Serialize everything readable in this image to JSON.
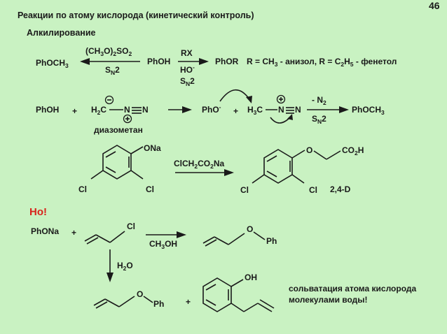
{
  "page_number": "46",
  "title": "Реакции по атому кислорода (кинетический контроль)",
  "subtitle": "Алкилирование",
  "row1": {
    "left_product": "PhOCH3",
    "left_reagent": "(CH3O)2SO2",
    "left_mech": "SN2",
    "center": "PhOH",
    "right_reagent_top": "RX",
    "right_reagent_bot": "HO-",
    "right_mech": "SN2",
    "right_product": "PhOR",
    "note": "R = CH3 - анизол, R = C2H5 - фенетол"
  },
  "row2": {
    "phoh": "PhOH",
    "plus1": "+",
    "diazo_h2c": "H2C",
    "diazo_n1": "N",
    "diazo_n2": "N",
    "diazo_name": "диазометан",
    "pho_anion": "PhO-",
    "plus2": "+",
    "h3c": "H3C",
    "n1": "N",
    "n2": "N",
    "loss": "- N2",
    "mech": "SN2",
    "product": "PhOCH3"
  },
  "row3": {
    "ona": "ONa",
    "cl_para": "Cl",
    "cl_ortho": "Cl",
    "reagent": "ClCH2CO2Na",
    "o": "O",
    "co2h": "CO2H",
    "cl_para_p": "Cl",
    "cl_ortho_p": "Cl",
    "product_name": "2,4-D"
  },
  "row4": {
    "warning": "Но!",
    "phona": "PhONa",
    "plus": "+",
    "cl": "Cl",
    "solvent": "CH3OH",
    "o": "O",
    "ph": "Ph",
    "water": "H2O",
    "o2": "O",
    "ph2": "Ph",
    "plus2": "+",
    "oh": "OH",
    "note_line1": "сольватация атома кислорода",
    "note_line2": "молекулами воды!"
  }
}
